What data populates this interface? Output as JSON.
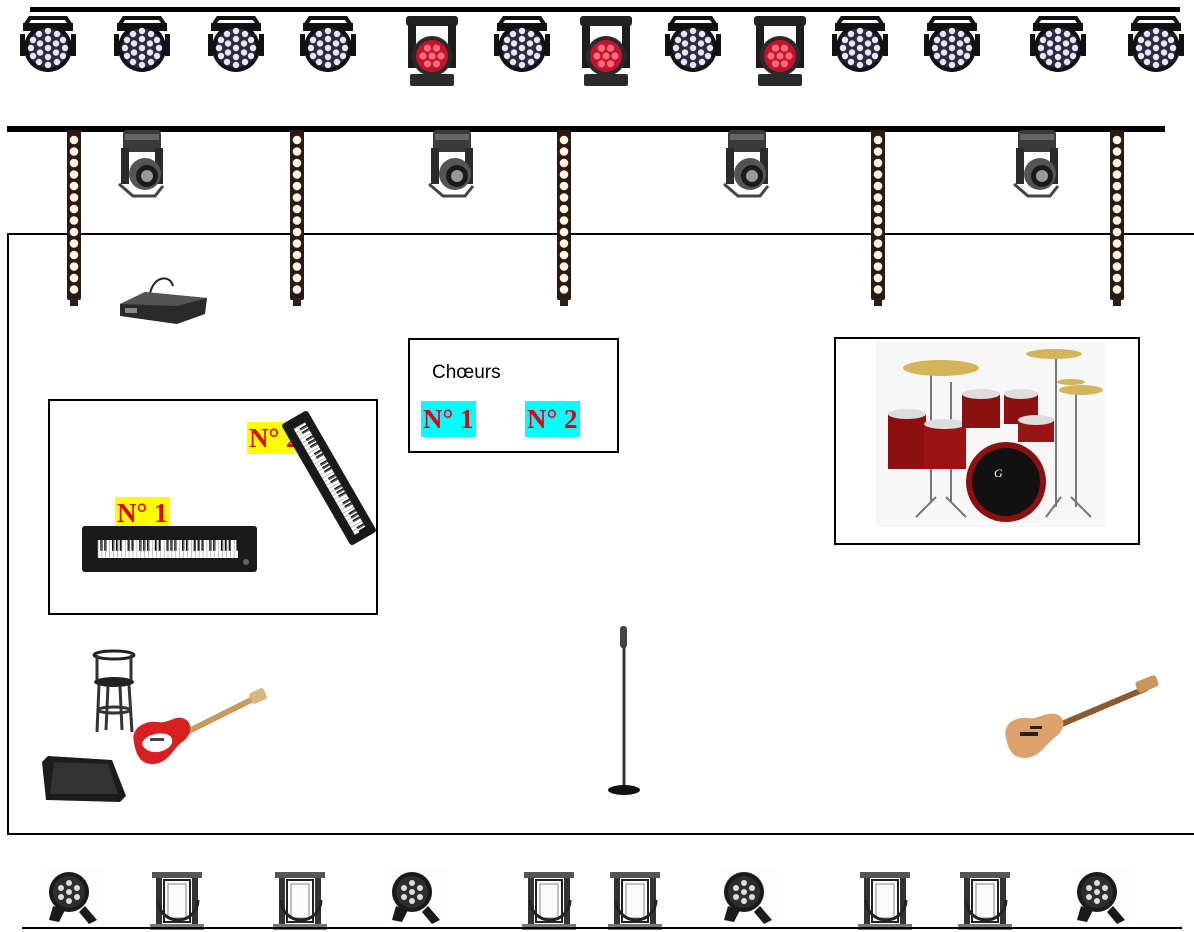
{
  "keyboards": {
    "label_1": "N° 1",
    "label_2": "N° 2"
  },
  "choeurs": {
    "title": "Chœurs",
    "label_1": "N° 1",
    "label_2": "N° 2"
  },
  "colors": {
    "label_text": "#e00000",
    "keyboard_label_bg": "#ffff00",
    "choeurs_label_bg": "#00ffff",
    "line": "#000000"
  },
  "icons": {
    "top_truss": [
      "par-led-icon",
      "par-led-icon",
      "par-led-icon",
      "par-led-icon",
      "moving-head-red-icon",
      "par-led-icon",
      "moving-head-red-icon",
      "par-led-icon",
      "moving-head-red-icon",
      "par-led-icon",
      "par-led-icon",
      "par-led-icon",
      "par-led-icon"
    ],
    "mid_truss": [
      "led-bar-icon",
      "moving-head-icon",
      "led-bar-icon",
      "moving-head-icon",
      "led-bar-icon",
      "moving-head-icon",
      "led-bar-icon",
      "moving-head-icon",
      "led-bar-icon"
    ],
    "floor": [
      "par-led-icon",
      "floor-stand-icon",
      "floor-stand-icon",
      "par-led-icon",
      "floor-stand-icon",
      "floor-stand-icon",
      "par-led-icon",
      "floor-stand-icon",
      "floor-stand-icon",
      "par-led-icon"
    ],
    "stage": [
      "smoke-machine-icon",
      "keyboard-icon",
      "keyboard-icon",
      "drum-kit-icon",
      "bar-stool-icon",
      "electric-guitar-icon",
      "stage-monitor-icon",
      "microphone-stand-icon",
      "bass-guitar-icon"
    ]
  }
}
